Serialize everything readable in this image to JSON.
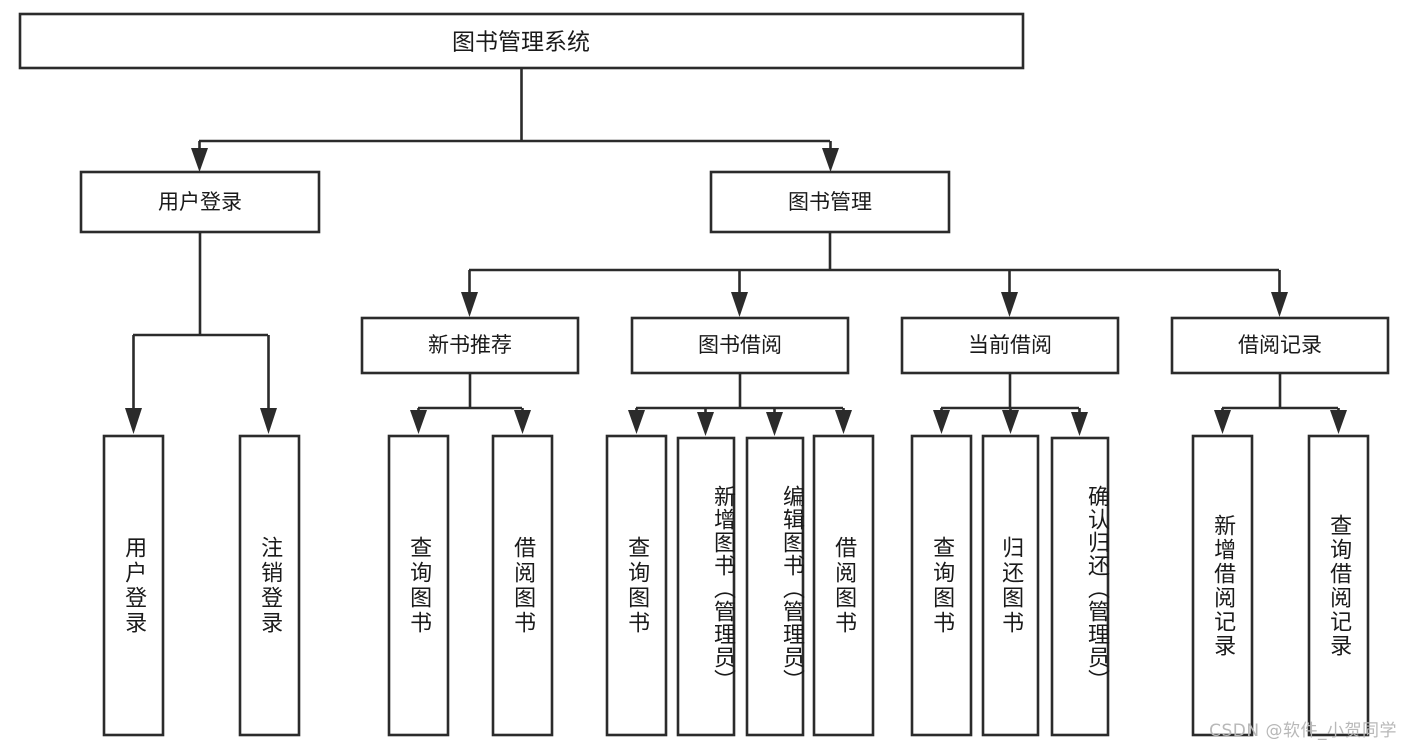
{
  "diagram": {
    "title": "图书管理系统",
    "type": "tree",
    "orientation": "top-down",
    "colors": {
      "box_fill": "#ffffff",
      "box_stroke": "#2b2b2b",
      "line": "#2b2b2b",
      "text": "#1a1a1a",
      "watermark": "#b8b8b8",
      "background": "#ffffff"
    },
    "root": {
      "label": "图书管理系统"
    },
    "level2": [
      {
        "id": "user-login",
        "label": "用户登录"
      },
      {
        "id": "book-manage",
        "label": "图书管理"
      }
    ],
    "level3": [
      {
        "id": "new-book-recommend",
        "label": "新书推荐",
        "parent": "book-manage"
      },
      {
        "id": "book-borrow",
        "label": "图书借阅",
        "parent": "book-manage"
      },
      {
        "id": "current-borrow",
        "label": "当前借阅",
        "parent": "book-manage"
      },
      {
        "id": "borrow-record",
        "label": "借阅记录",
        "parent": "book-manage"
      }
    ],
    "leaves": [
      {
        "id": "leaf-user-login",
        "label": "用户登录",
        "parent": "user-login"
      },
      {
        "id": "leaf-logout-login",
        "label": "注销登录",
        "parent": "user-login"
      },
      {
        "id": "leaf-query-book-1",
        "label": "查询图书",
        "parent": "new-book-recommend"
      },
      {
        "id": "leaf-borrow-book-1",
        "label": "借阅图书",
        "parent": "new-book-recommend"
      },
      {
        "id": "leaf-query-book-2",
        "label": "查询图书",
        "parent": "book-borrow"
      },
      {
        "id": "leaf-add-book",
        "label": "新增图书（管理员）",
        "parent": "book-borrow"
      },
      {
        "id": "leaf-edit-book",
        "label": "编辑图书（管理员）",
        "parent": "book-borrow"
      },
      {
        "id": "leaf-borrow-book-2",
        "label": "借阅图书",
        "parent": "book-borrow"
      },
      {
        "id": "leaf-query-book-3",
        "label": "查询图书",
        "parent": "current-borrow"
      },
      {
        "id": "leaf-return-book",
        "label": "归还图书",
        "parent": "current-borrow"
      },
      {
        "id": "leaf-confirm-return",
        "label": "确认归还（管理员）",
        "parent": "current-borrow"
      },
      {
        "id": "leaf-add-record",
        "label": "新增借阅记录",
        "parent": "borrow-record"
      },
      {
        "id": "leaf-query-record",
        "label": "查询借阅记录",
        "parent": "borrow-record"
      }
    ]
  },
  "watermark": {
    "text": "CSDN @软件_小贺同学"
  }
}
